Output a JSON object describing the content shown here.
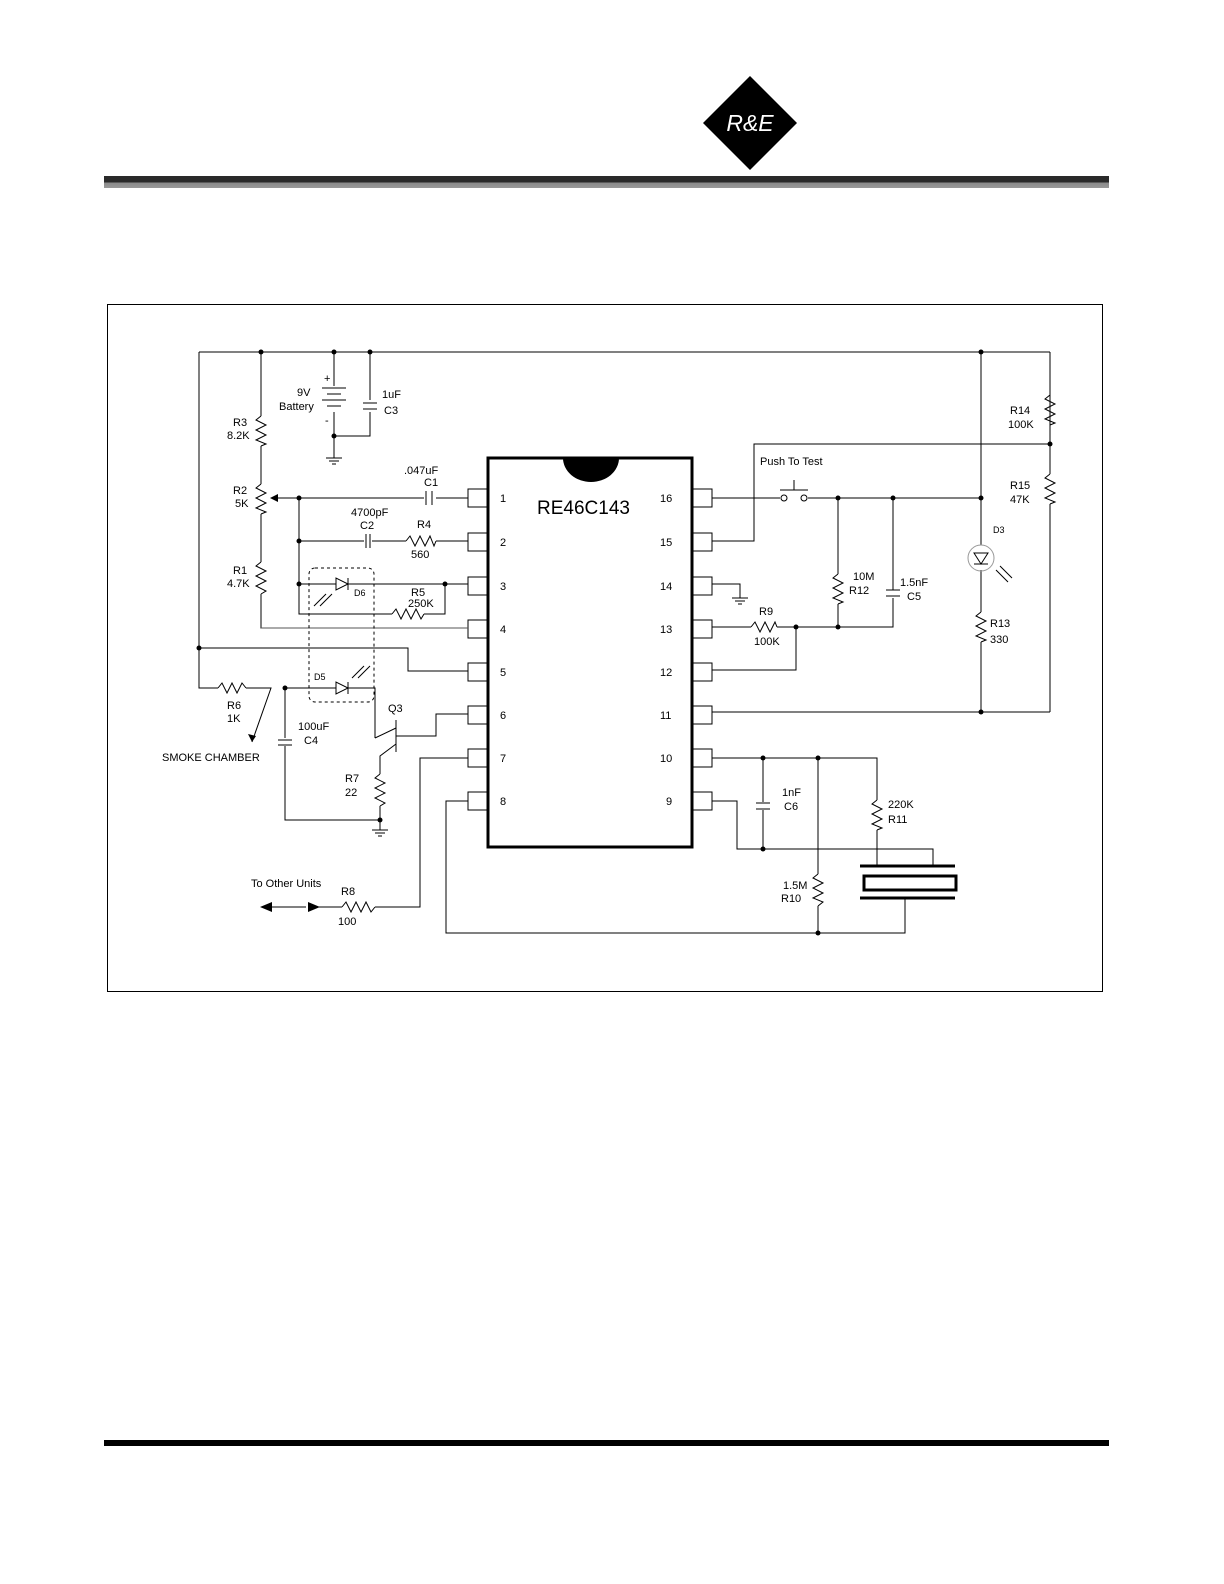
{
  "header": {
    "logo_text": "R&E"
  },
  "schematic": {
    "chip": {
      "name": "RE46C143",
      "left_pins": [
        "1",
        "2",
        "3",
        "4",
        "5",
        "6",
        "7",
        "8"
      ],
      "right_pins": [
        "16",
        "15",
        "14",
        "13",
        "12",
        "11",
        "10",
        "9"
      ]
    },
    "labels": {
      "battery_voltage": "9V",
      "battery_name": "Battery",
      "battery_plus": "+",
      "battery_minus": "-",
      "c3_value": "1uF",
      "c3_name": "C3",
      "r3_name": "R3",
      "r3_value": "8.2K",
      "r2_name": "R2",
      "r2_value": "5K",
      "r1_name": "R1",
      "r1_value": "4.7K",
      "c1_value": ".047uF",
      "c1_name": "C1",
      "c2_value": "4700pF",
      "c2_name": "C2",
      "r4_name": "R4",
      "r4_value": "560",
      "d6_name": "D6",
      "r5_name": "R5",
      "r5_value": "250K",
      "d5_name": "D5",
      "r6_name": "R6",
      "r6_value": "1K",
      "c4_value": "100uF",
      "c4_name": "C4",
      "q3_name": "Q3",
      "smoke_chamber": "SMOKE CHAMBER",
      "r7_name": "R7",
      "r7_value": "22",
      "to_other_units": "To Other Units",
      "r8_name": "R8",
      "r8_value": "100",
      "push_to_test": "Push To Test",
      "r12_value": "10M",
      "r12_name": "R12",
      "c5_value": "1.5nF",
      "c5_name": "C5",
      "r9_name": "R9",
      "r9_value": "100K",
      "r14_name": "R14",
      "r14_value": "100K",
      "r15_name": "R15",
      "r15_value": "47K",
      "d3_name": "D3",
      "r13_name": "R13",
      "r13_value": "330",
      "c6_value": "1nF",
      "c6_name": "C6",
      "r11_value": "220K",
      "r11_name": "R11",
      "r10_value": "1.5M",
      "r10_name": "R10"
    }
  }
}
